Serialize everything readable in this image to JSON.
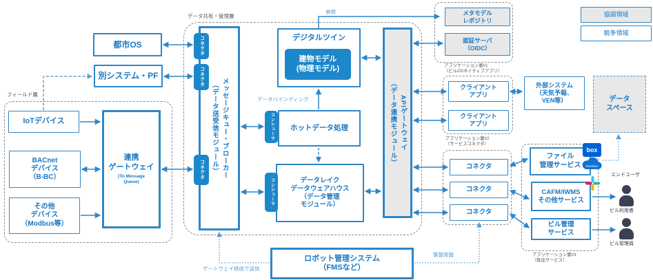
{
  "legend": {
    "coop": "協調領域",
    "comp": "競争領域"
  },
  "layers": {
    "field": "フィールド層",
    "data_mgmt": "データ共有・管理層",
    "app1": "アプリケーション層#1\n（ビルOSネイティブアプリ）",
    "app2": "アプリケーション層#2\n（サービスコネクタ）",
    "app3": "アプリケーション層#3\n（既往サービス）"
  },
  "nodes": {
    "city_os": "都市OS",
    "other_system_pf": "別システム・PF",
    "iot_device": "IoTデバイス",
    "bacnet_device": "BACnet\nデバイス\n（B-BC）",
    "other_device": "その他\nデバイス\n（Modbus等）",
    "gateway": "連携\nゲートウェイ",
    "gateway_sub": "(To Message\nQueue)",
    "mq_broker": "メッセージキュー・ブローカー\n（データ送受信モジュール）",
    "connector_tab": "コネクタ",
    "consumer_tab": "コンシューマ",
    "digital_twin": "デジタルツイン",
    "building_model": "建物モデル\n(物理モデル)",
    "hot_data": "ホットデータ処理",
    "data_lake": "データレイク\nデータウェアハウス\n（データ管理\nモジュール）",
    "api_gateway": "APIゲートウェイ\n（データ連携モジュール）",
    "metamodel_repo": "メタモデル\nレポジトリ",
    "auth_server": "認証サーバ\n（OIDC）",
    "client_app": "クライアント\nアプリ",
    "external_system": "外部システム\n（天気予報、\nVEN等）",
    "data_space": "データ\nスペース",
    "connector": "コネクタ",
    "file_service": "ファイル\n管理サービス",
    "cafm_service": "CAFM/IWMS\nその他サービス",
    "building_service": "ビル管理\nサービス",
    "robot_system": "ロボット管理システム\n（FMSなど）"
  },
  "edge_labels": {
    "reference": "参照",
    "data_binding": "データバインディング",
    "via_gateway": "ゲートウェイ経由で送信",
    "alarm": "警報発報"
  },
  "actors": {
    "end_user": "エンドユーザ",
    "building_user": "ビル利用者",
    "building_admin": "ビル管理員"
  },
  "logos": {
    "box": "box",
    "onedrive": "OneDrive"
  },
  "colors": {
    "primary_border": "#2e86c8",
    "solid_fill": "#1c87c9",
    "gray_fill": "#e8e8e8",
    "light_label": "#56a0d8",
    "person": "#3a3f52",
    "box_logo": "#0061d5"
  }
}
